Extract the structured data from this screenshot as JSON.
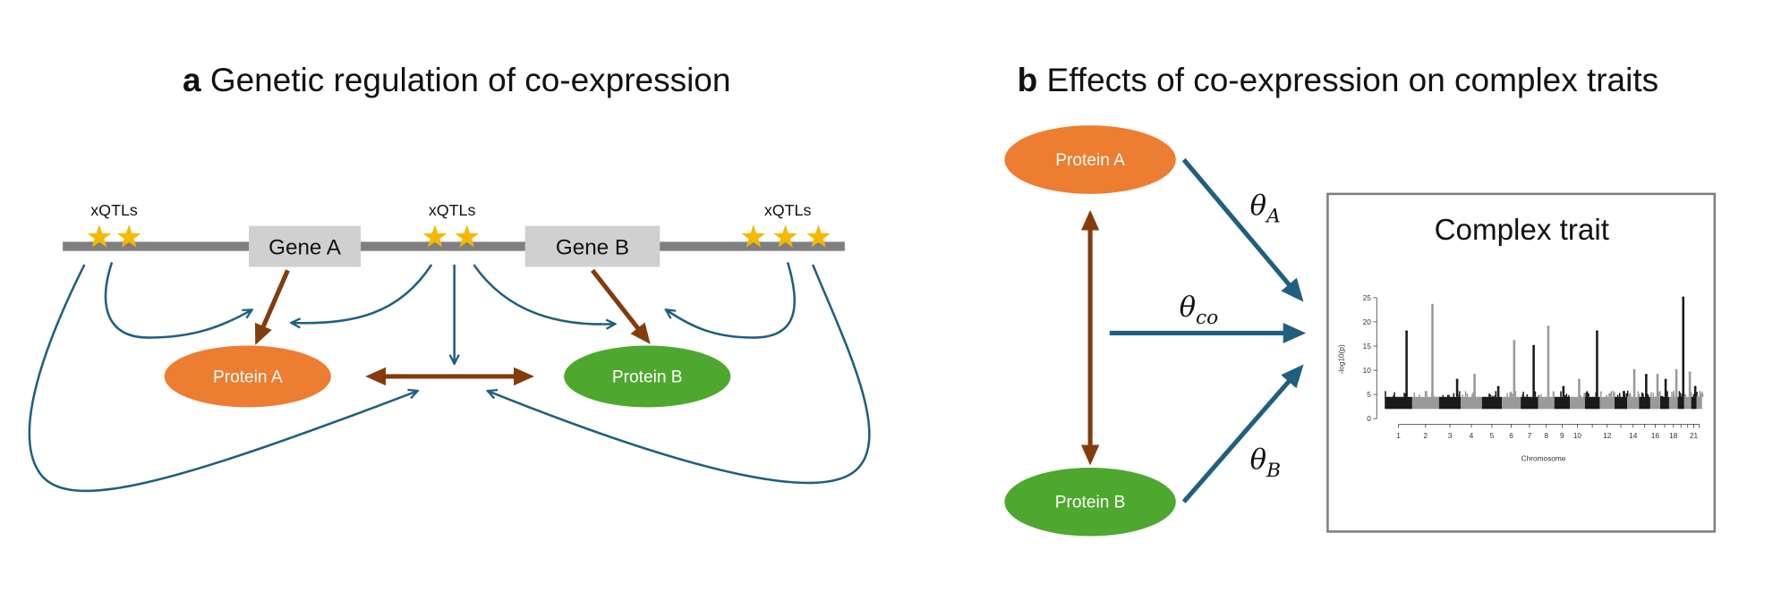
{
  "panel_a": {
    "letter": "a",
    "title": "Genetic regulation of co-expression",
    "xqtl_label": "xQTLs",
    "gene_a": "Gene A",
    "gene_b": "Gene B",
    "protein_a": "Protein A",
    "protein_b": "Protein B"
  },
  "panel_b": {
    "letter": "b",
    "title": "Effects of co-expression on complex traits",
    "protein_a": "Protein A",
    "protein_b": "Protein B",
    "theta_symbol": "θ",
    "theta_a_sub": "A",
    "theta_co_sub": "co",
    "theta_b_sub": "B"
  },
  "colors": {
    "protein_a": "#ED7D31",
    "protein_b": "#4EA72E",
    "gene_box": "#D0D0D0",
    "star": "#F5B800",
    "regulation_arrow": "#1F5F7F",
    "expression_arrow": "#843C0C"
  },
  "chart_data": {
    "type": "scatter",
    "title": "Complex trait",
    "xlabel": "Chromosome",
    "ylabel": "-log10(p)",
    "ylim": [
      0,
      25
    ],
    "yticks": [
      "0",
      "5",
      "10",
      "15",
      "20",
      "25"
    ],
    "chromosomes": [
      "1",
      "2",
      "3",
      "4",
      "5",
      "6",
      "7",
      "8",
      "9",
      "10",
      "11",
      "12",
      "13",
      "14",
      "15",
      "16",
      "17",
      "18",
      "19",
      "20",
      "21",
      "22"
    ],
    "xtick_labels": [
      "1",
      "2",
      "3",
      "4",
      "5",
      "6",
      "7",
      "8",
      "9",
      "10",
      "",
      "12",
      "",
      "14",
      "",
      "16",
      "",
      "18",
      "",
      "",
      "21",
      ""
    ],
    "peak_values": [
      18,
      23.5,
      8,
      9,
      6.5,
      16,
      15,
      19,
      6.5,
      8,
      18,
      5,
      5.5,
      10,
      9,
      9,
      8,
      10,
      25,
      9.5,
      6.5,
      5
    ],
    "colors": [
      "#1a1a1a",
      "#9a9a9a"
    ],
    "grid": false
  }
}
